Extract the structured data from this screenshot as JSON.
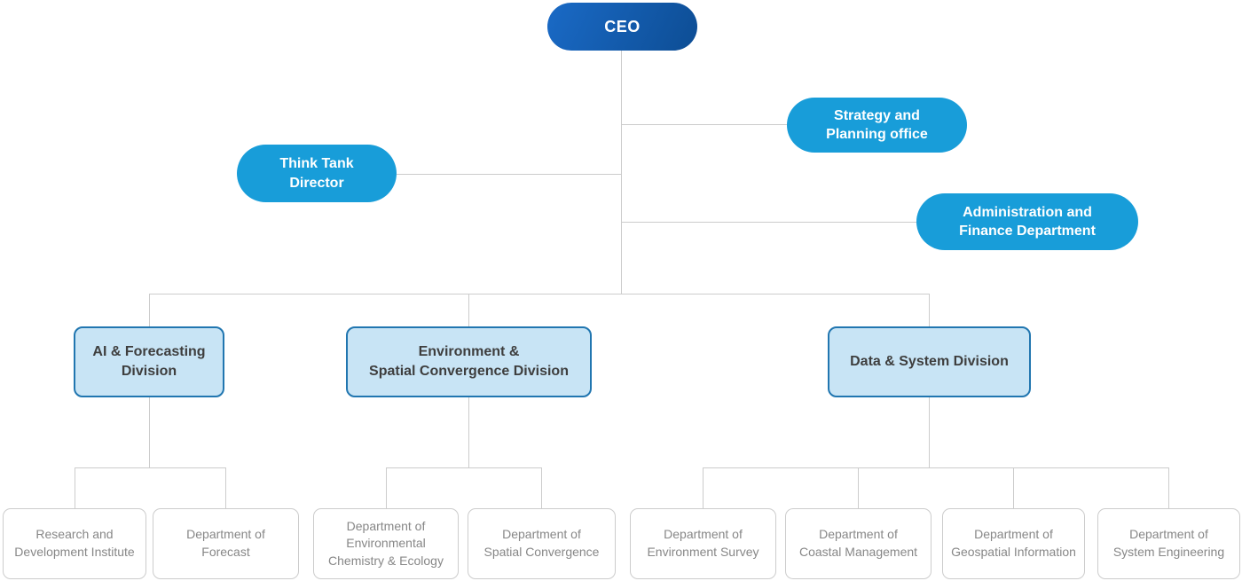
{
  "colors": {
    "ceo_grad_start": "#1a6ac6",
    "ceo_grad_end": "#0d4d94",
    "pill_blue": "#189dd9",
    "division_fill": "#c8e4f5",
    "division_border": "#2176b0",
    "division_text": "#3e3e3e",
    "department_border": "#cccccc",
    "department_text": "#878787",
    "line": "#cccccc"
  },
  "org": {
    "ceo": {
      "label": "CEO"
    },
    "staff_offices": [
      {
        "label": "Strategy and\nPlanning office"
      },
      {
        "label": "Think Tank\nDirector"
      },
      {
        "label": "Administration and\nFinance Department"
      }
    ],
    "divisions": [
      {
        "label": "AI & Forecasting\nDivision"
      },
      {
        "label": "Environment &\nSpatial Convergence Division"
      },
      {
        "label": "Data & System Division"
      }
    ],
    "departments": [
      {
        "label": "Research and\nDevelopment Institute"
      },
      {
        "label": "Department of\nForecast"
      },
      {
        "label": "Department of\nEnvironmental\nChemistry & Ecology"
      },
      {
        "label": "Department of\nSpatial Convergence"
      },
      {
        "label": "Department of\nEnvironment Survey"
      },
      {
        "label": "Department of\nCoastal Management"
      },
      {
        "label": "Department of\nGeospatial Information"
      },
      {
        "label": "Department of\nSystem Engineering"
      }
    ]
  }
}
